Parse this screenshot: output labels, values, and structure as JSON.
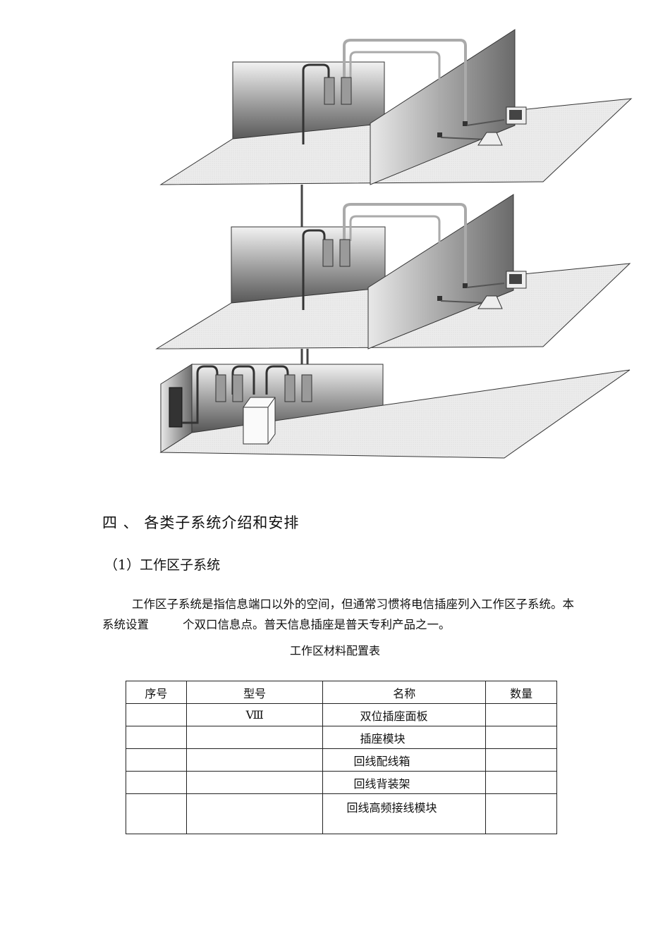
{
  "section": {
    "heading": "四 、 各类子系统介绍和安排",
    "subheading": "（1）工作区子系统"
  },
  "paragraph": {
    "part1": "工作区子系统是指信息端口以外的空间，但通常习惯将电信插座列入工作区子系统。本系统设置",
    "part2": "个双口信息点。普天信息插座是普天专利产品之一。"
  },
  "table": {
    "caption": "工作区材料配置表",
    "headers": [
      "序号",
      "型号",
      "名称",
      "数量"
    ],
    "rows": [
      {
        "no": "",
        "model": "Ⅷ",
        "name": "双位插座面板",
        "qty": ""
      },
      {
        "no": "",
        "model": "",
        "name": "插座模块",
        "qty": ""
      },
      {
        "no": "",
        "model": "",
        "name": "回线配线箱",
        "qty": ""
      },
      {
        "no": "",
        "model": "",
        "name": "回线背装架",
        "qty": ""
      },
      {
        "no": "",
        "model": "",
        "name": "回线高频接线模块",
        "qty": ""
      }
    ]
  }
}
